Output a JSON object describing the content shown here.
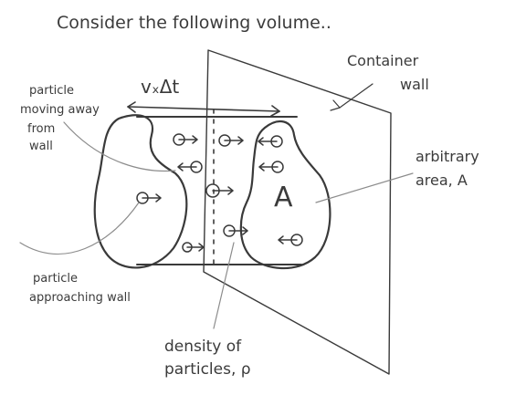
{
  "heading": "Consider the following volume..",
  "labels": {
    "container_wall": [
      "Container",
      "wall"
    ],
    "velocity_length": "vₓΔt",
    "area_symbol": "A",
    "arbitrary_area": [
      "arbitrary",
      "area, A"
    ],
    "particle_away": [
      "particle",
      "moving away",
      "from",
      "wall"
    ],
    "particle_approach": [
      "particle",
      "approaching wall"
    ],
    "density": [
      "density of",
      "particles, ρ"
    ]
  },
  "icons": {
    "particle_right": "particle-moving-right-icon",
    "particle_left": "particle-moving-left-icon"
  },
  "colors": {
    "ink": "#3a3a3a",
    "leader": "#8c8c8c",
    "paper": "#ffffff"
  }
}
